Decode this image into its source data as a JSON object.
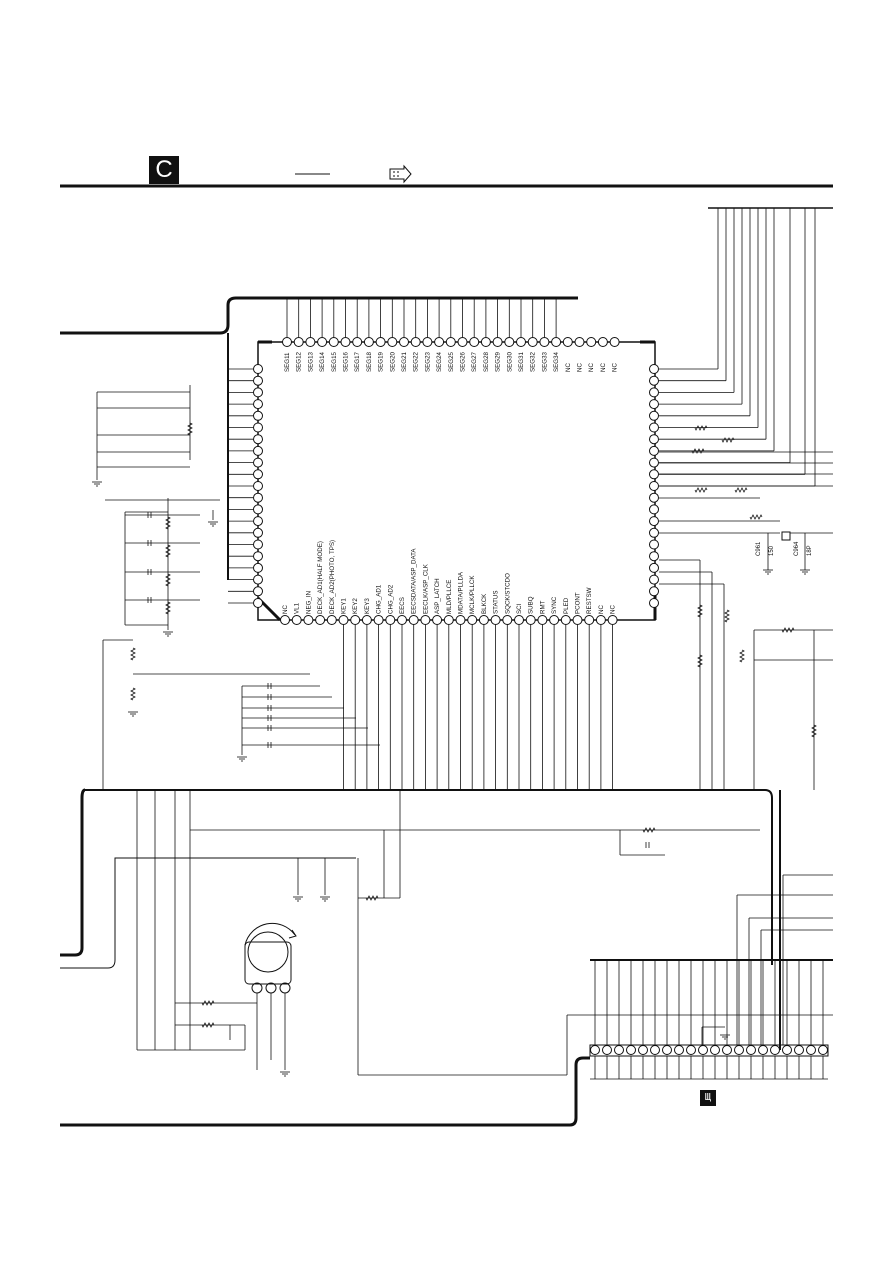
{
  "header": {
    "section_label": "C"
  },
  "ic": {
    "top_pins": [
      "SEG11",
      "SEG12",
      "SEG13",
      "SEG14",
      "SEG15",
      "SEG16",
      "SEG17",
      "SEG18",
      "SEG19",
      "SEG20",
      "SEG21",
      "SEG22",
      "SEG23",
      "SEG24",
      "SEG25",
      "SEG26",
      "SEG27",
      "SEG28",
      "SEG29",
      "SEG30",
      "SEG31",
      "SEG32",
      "SEG33",
      "SEG34",
      "NC",
      "NC",
      "NC",
      "NC",
      "NC"
    ],
    "bottom_pins": [
      "NC",
      "VL1",
      "NEG_IN",
      "DECK_AD1(HALF MODE)",
      "DECK_AD2(PHOTO, TPS)",
      "KEY1",
      "KEY2",
      "KEY3",
      "CHG_AD1",
      "CHG_AD2",
      "EECS",
      "EECSDATA/ASP_DATA",
      "EECLK/ASP_CLK",
      "ASP_LATCH",
      "MLD/PLLCE",
      "MDATA/PLLDA",
      "MCLK/PLLCK",
      "BLKCK",
      "STATUS",
      "SQCK/STCDO",
      "SCI",
      "SUBQ",
      "RMT",
      "SYNC",
      "PLED",
      "PCONT",
      "RESTSW",
      "NC",
      "NC"
    ]
  },
  "components": {
    "c961_ref": "C961",
    "c961_val": "150",
    "c964_ref": "C964",
    "c964_val": "18P"
  },
  "connector": {
    "label": "Щ"
  }
}
